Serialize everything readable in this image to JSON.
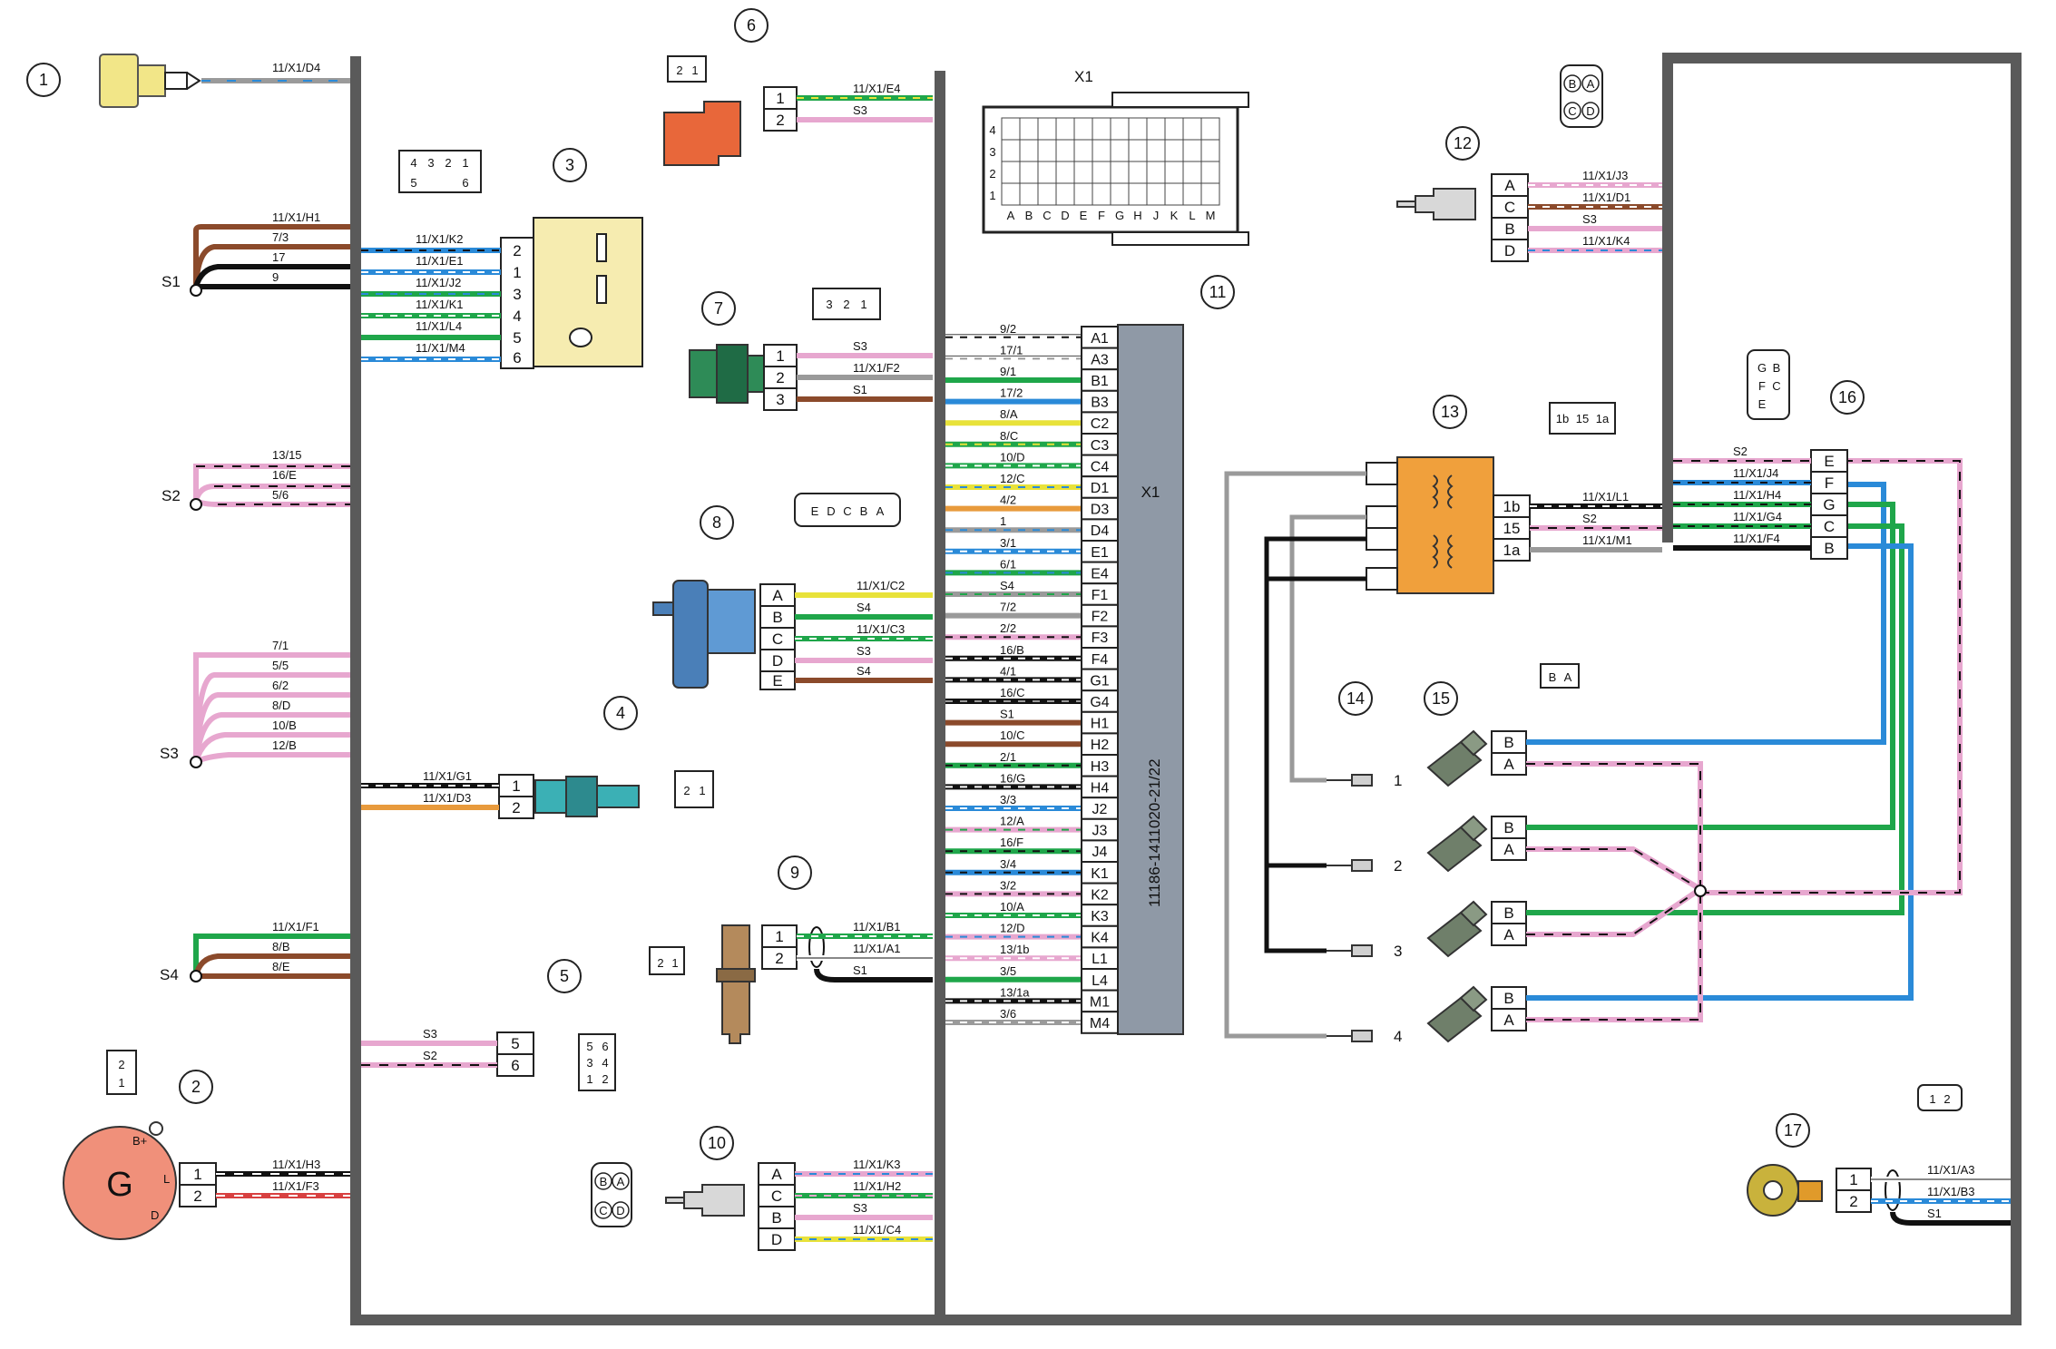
{
  "colors": {
    "black": "#111111",
    "brown": "#8b4a2b",
    "pink": "#e7a7cf",
    "green": "#1fa64a",
    "blue": "#2a8ad8",
    "gray": "#9a9a9a",
    "yellow": "#e8e23a",
    "orange": "#e89a3c",
    "white": "#ffffff",
    "red": "#d84040",
    "harness": "#5a5a5a",
    "ecu": "#8f99a6"
  },
  "components": {
    "c1": "1",
    "c2": "2",
    "c3": "3",
    "c4": "4",
    "c5": "5",
    "c6": "6",
    "c7": "7",
    "c8": "8",
    "c9": "9",
    "c10": "10",
    "c11": "11",
    "c12": "12",
    "c13": "13",
    "c14": "14",
    "c15": "15",
    "c16": "16",
    "c17": "17"
  },
  "splices": {
    "s1": "S1",
    "s2": "S2",
    "s3": "S3",
    "s4": "S4"
  },
  "ecu": {
    "connector_label": "X1",
    "part_number": "11186-1411020-21/22",
    "side_label": "X1",
    "pins": [
      "A1",
      "A3",
      "B1",
      "B3",
      "C2",
      "C3",
      "C4",
      "D1",
      "D3",
      "D4",
      "E1",
      "E4",
      "F1",
      "F2",
      "F3",
      "F4",
      "G1",
      "G4",
      "H1",
      "H2",
      "H3",
      "H4",
      "J2",
      "J3",
      "J4",
      "K1",
      "K2",
      "K3",
      "K4",
      "L1",
      "L4",
      "M1",
      "M4"
    ],
    "wires": [
      "9/2",
      "17/1",
      "9/1",
      "17/2",
      "8/A",
      "8/C",
      "10/D",
      "12/C",
      "4/2",
      "1",
      "3/1",
      "6/1",
      "S4",
      "7/2",
      "2/2",
      "16/B",
      "4/1",
      "16/C",
      "S1",
      "10/C",
      "2/1",
      "16/G",
      "3/3",
      "12/A",
      "16/F",
      "3/4",
      "3/2",
      "10/A",
      "12/D",
      "13/1b",
      "3/5",
      "13/1a",
      "3/6"
    ],
    "grid_rows": [
      "4",
      "3",
      "2",
      "1"
    ],
    "grid_cols": [
      "A",
      "B",
      "C",
      "D",
      "E",
      "F",
      "G",
      "H",
      "J",
      "K",
      "L",
      "M"
    ]
  },
  "wires": {
    "c1": [
      "11/X1/D4"
    ],
    "s1": [
      "11/X1/H1",
      "7/3",
      "17",
      "9"
    ],
    "s2": [
      "13/15",
      "16/E",
      "5/6"
    ],
    "s3": [
      "7/1",
      "5/5",
      "6/2",
      "8/D",
      "10/B",
      "12/B"
    ],
    "s4": [
      "11/X1/F1",
      "8/B",
      "8/E"
    ],
    "c2": [
      "11/X1/H3",
      "11/X1/F3"
    ],
    "c3": [
      "11/X1/K2",
      "11/X1/E1",
      "11/X1/J2",
      "11/X1/K1",
      "11/X1/L4",
      "11/X1/M4"
    ],
    "c4": [
      "11/X1/G1",
      "11/X1/D3"
    ],
    "c5": [
      "S3",
      "S2"
    ],
    "c6": [
      "11/X1/E4",
      "S3"
    ],
    "c7": [
      "S3",
      "11/X1/F2",
      "S1"
    ],
    "c8": [
      "11/X1/C2",
      "S4",
      "11/X1/C3",
      "S3",
      "S4"
    ],
    "c9": [
      "11/X1/B1",
      "11/X1/A1",
      "S1"
    ],
    "c10": [
      "11/X1/K3",
      "11/X1/H2",
      "S3",
      "11/X1/C4"
    ],
    "c12": [
      "11/X1/J3",
      "11/X1/D1",
      "S3",
      "11/X1/K4"
    ],
    "c13": [
      "11/X1/L1",
      "S2",
      "11/X1/M1"
    ],
    "c16": [
      "S2",
      "11/X1/J4",
      "11/X1/H4",
      "11/X1/G4",
      "11/X1/F4"
    ],
    "c17": [
      "11/X1/A3",
      "11/X1/B3",
      "S1"
    ]
  },
  "pins": {
    "c2": [
      "1",
      "2"
    ],
    "c3": [
      "2",
      "1",
      "3",
      "4",
      "5",
      "6"
    ],
    "c4": [
      "1",
      "2"
    ],
    "c5": [
      "5",
      "6"
    ],
    "c6": [
      "1",
      "2"
    ],
    "c7": [
      "1",
      "2",
      "3"
    ],
    "c8": [
      "A",
      "B",
      "C",
      "D",
      "E"
    ],
    "c9": [
      "1",
      "2"
    ],
    "c10": [
      "A",
      "C",
      "B",
      "D"
    ],
    "c12": [
      "A",
      "C",
      "B",
      "D"
    ],
    "c13": [
      "1b",
      "15",
      "1a"
    ],
    "c16": [
      "E",
      "F",
      "G",
      "C",
      "B"
    ],
    "c17": [
      "1",
      "2"
    ],
    "c15": [
      "B",
      "A"
    ]
  },
  "views": {
    "c2": [
      "2",
      "1"
    ],
    "c3_top": [
      "4",
      "3",
      "2",
      "1"
    ],
    "c3_bot": [
      "5",
      "6"
    ],
    "c4": [
      "2",
      "1"
    ],
    "c5": [
      "5",
      "6",
      "3",
      "4",
      "1",
      "2"
    ],
    "c6": [
      "2",
      "1"
    ],
    "c7": [
      "3",
      "2",
      "1"
    ],
    "c8": [
      "E",
      "D",
      "C",
      "B",
      "A"
    ],
    "c9": [
      "2",
      "1"
    ],
    "c10": [
      "B",
      "A",
      "C",
      "D"
    ],
    "c12": [
      "B",
      "A",
      "C",
      "D"
    ],
    "c13": [
      "1b",
      "15",
      "1a"
    ],
    "c15": [
      "B",
      "A"
    ],
    "c16": [
      "G",
      "B",
      "F",
      "C",
      "E"
    ],
    "c17": [
      "1",
      "2"
    ]
  },
  "generator": {
    "letter": "G",
    "terminals": [
      "B+",
      "L",
      "D"
    ]
  },
  "spark": {
    "n1": "1",
    "n2": "2",
    "n3": "3",
    "n4": "4"
  }
}
